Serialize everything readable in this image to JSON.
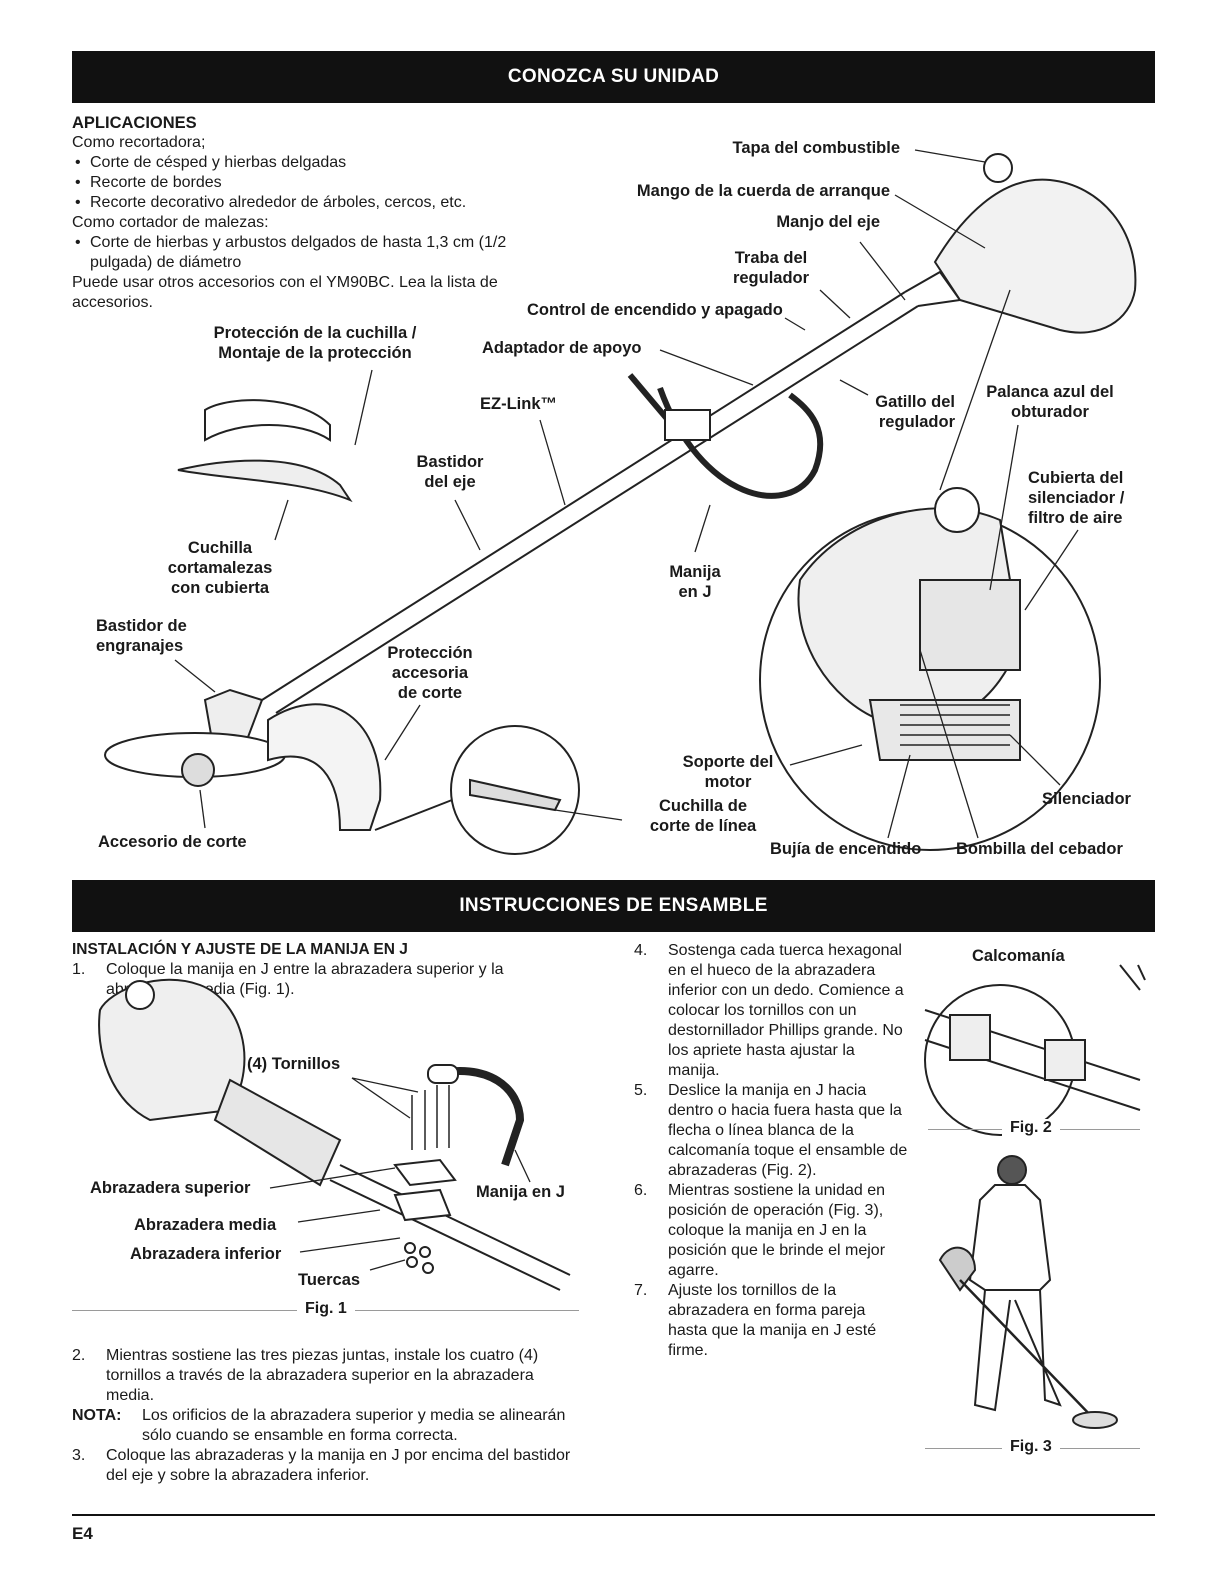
{
  "sections": {
    "know_unit": "CONOZCA SU UNIDAD",
    "assembly": "INSTRUCCIONES DE ENSAMBLE"
  },
  "applications": {
    "title": "APLICACIONES",
    "trimmer_intro": "Como recortadora;",
    "trimmer_items": [
      "Corte de césped y hierbas delgadas",
      "Recorte de bordes",
      "Recorte decorativo alrededor de árboles, cercos, etc."
    ],
    "brush_intro": "Como cortador de malezas:",
    "brush_items": [
      "Corte de hierbas y arbustos delgados de hasta 1,3 cm (1/2 pulgada) de diámetro"
    ],
    "accessories_note": "Puede usar otros accesorios con el YM90BC. Lea la lista de accesorios."
  },
  "diagram_labels": {
    "fuel_cap": "Tapa del combustible",
    "starter_rope_handle": "Mango de la cuerda de arranque",
    "shaft_handle": "Manjo del eje",
    "throttle_lock": [
      "Traba del",
      "regulador"
    ],
    "on_off_control": "Control de encendido y apagado",
    "support_adapter": "Adaptador de apoyo",
    "throttle_trigger": [
      "Gatillo del",
      "regulador"
    ],
    "choke_lever": [
      "Palanca azul del",
      "obturador"
    ],
    "blade_guard": [
      "Protección de la cuchilla /",
      "Montaje de la protección"
    ],
    "ez_link": "EZ-Link™",
    "shaft_housing": [
      "Bastidor",
      "del eje"
    ],
    "muffler_cover": [
      "Cubierta del",
      "silenciador /",
      "filtro de aire"
    ],
    "brush_blade": [
      "Cuchilla",
      "cortamalezas",
      "con cubierta"
    ],
    "j_handle": [
      "Manija",
      "en J"
    ],
    "gear_housing": [
      "Bastidor de",
      "engranajes"
    ],
    "attachment_guard": [
      "Protección",
      "accesoria",
      "de corte"
    ],
    "engine_mount": [
      "Soporte del",
      "motor"
    ],
    "line_cutting_blade": [
      "Cuchilla de",
      "corte de línea"
    ],
    "muffler": "Silenciador",
    "cutting_attachment": "Accesorio de corte",
    "spark_plug": "Bujía de encendido",
    "primer_bulb": "Bombilla del cebador"
  },
  "j_handle_install": {
    "title": "INSTALACIÓN Y AJUSTE DE LA MANIJA EN J",
    "steps": [
      {
        "num": "1.",
        "text": "Coloque la manija en J entre la abrazadera superior y la abrazadera media (Fig. 1)."
      },
      {
        "num": "2.",
        "text": "Mientras sostiene las tres piezas juntas, instale los cuatro (4) tornillos a través de la abrazadera superior en la abrazadera media."
      },
      {
        "num": "3.",
        "text": "Coloque las abrazaderas y la manija en J por encima del bastidor del eje y sobre la abrazadera inferior."
      },
      {
        "num": "4.",
        "text": "Sostenga cada tuerca hexagonal en el hueco de la abrazadera inferior con un dedo. Comience a colocar los tornillos con un destornillador Phillips grande. No los apriete hasta ajustar la manija."
      },
      {
        "num": "5.",
        "text": "Deslice la manija en J hacia dentro o hacia fuera hasta que la flecha o línea blanca de la calcomanía toque el ensamble de abrazaderas (Fig. 2)."
      },
      {
        "num": "6.",
        "text": "Mientras sostiene la unidad en posición de operación (Fig. 3), coloque la manija en J en la posición que le brinde el mejor agarre."
      },
      {
        "num": "7.",
        "text": "Ajuste los tornillos de la abrazadera en forma pareja hasta que la manija en J esté firme."
      }
    ],
    "note_label": "NOTA:",
    "note_text": "Los orificios de la abrazadera superior y media se alinearán sólo cuando se ensamble en forma correcta."
  },
  "fig1": {
    "screws": "(4) Tornillos",
    "upper_clamp": "Abrazadera superior",
    "middle_clamp": "Abrazadera media",
    "lower_clamp": "Abrazadera inferior",
    "nuts": "Tuercas",
    "j_handle": "Manija en J",
    "caption": "Fig. 1"
  },
  "fig2": {
    "decal": "Calcomanía",
    "caption": "Fig. 2"
  },
  "fig3": {
    "caption": "Fig. 3"
  },
  "page_number": "E4"
}
